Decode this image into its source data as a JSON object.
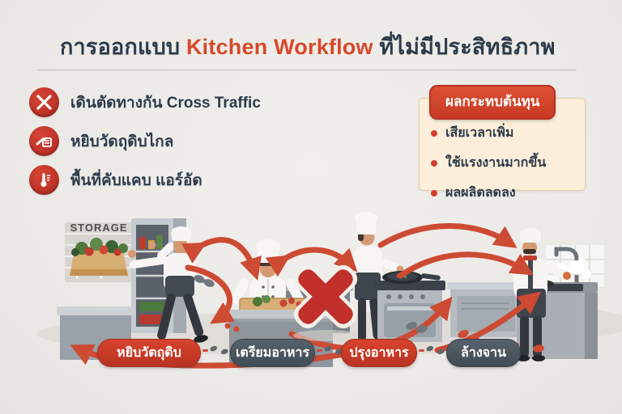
{
  "title": {
    "part1": "การออกแบบ ",
    "highlight": "Kitchen Workflow",
    "part2": " ที่ไม่มีประสิทธิภาพ"
  },
  "problems": {
    "items": [
      {
        "icon": "crossed-utensils-icon",
        "label": "เดินตัดทางกัน Cross Traffic"
      },
      {
        "icon": "hand-reach-box-icon",
        "label": "หยิบวัดถุดิบไกล"
      },
      {
        "icon": "thermometer-icon",
        "label": "พื้นที่คับแคบ แอร์อัด"
      }
    ]
  },
  "impact": {
    "title": "ผลกระทบต้นทุน",
    "items": [
      "เสียเวลาเพิ่ม",
      "ใช้แรงงานมากขึ้น",
      "ผลผลิตลดลง"
    ]
  },
  "scene": {
    "storage_label": "STORAGE"
  },
  "stations": [
    {
      "label": "หยิบวัตถุดิบ",
      "variant": "red"
    },
    {
      "label": "เตรียมอาหาร",
      "variant": "dark"
    },
    {
      "label": "ปรุงอาหาร",
      "variant": "red"
    },
    {
      "label": "ล้างจาน",
      "variant": "dark"
    }
  ],
  "colors": {
    "accent_red": "#cd4a33",
    "navy_text": "#2c3a49",
    "badge_red": "#d0402c",
    "pill_dark": "#4a555f",
    "impact_box_bg": "#fbeeda",
    "background": "#edebe8"
  }
}
